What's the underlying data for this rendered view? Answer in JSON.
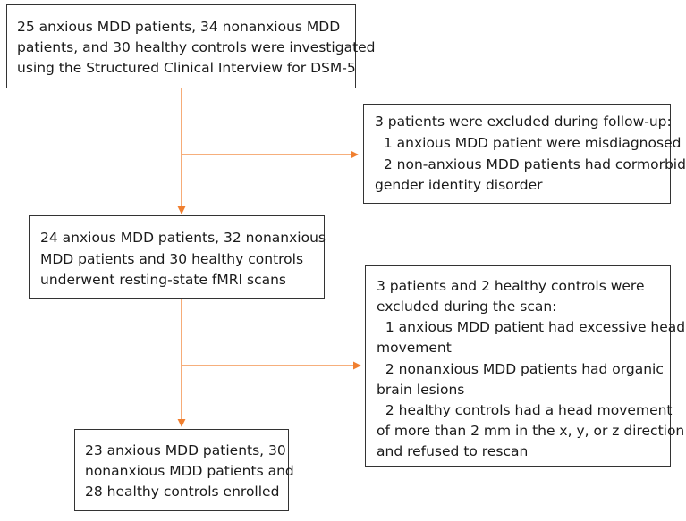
{
  "accent_color": "#f07f2f",
  "boxes": {
    "investigated": {
      "lines": [
        "25 anxious MDD patients, 34 nonanxious MDD",
        "patients, and 30 healthy controls were investigated",
        "using the Structured Clinical Interview for DSM-5"
      ]
    },
    "excluded_followup": {
      "lines": [
        "3 patients were excluded during follow-up:",
        "  1 anxious MDD patient were misdiagnosed",
        "  2 non-anxious MDD patients had cormorbid",
        "gender identity disorder"
      ]
    },
    "underwent_scan": {
      "lines": [
        "24 anxious MDD patients, 32 nonanxious",
        "MDD patients and 30 healthy controls",
        "underwent resting-state fMRI scans"
      ]
    },
    "excluded_scan": {
      "lines": [
        "3 patients and 2 healthy controls were",
        "excluded during the scan:",
        "  1 anxious MDD patient had excessive head",
        "movement",
        "  2 nonanxious MDD patients had organic",
        "brain lesions",
        "  2 healthy controls had a head movement",
        "of more than 2 mm in the x, y, or z direction",
        "and refused to rescan"
      ]
    },
    "enrolled": {
      "lines": [
        "23 anxious MDD patients, 30",
        "nonanxious MDD patients and",
        "28 healthy controls enrolled"
      ]
    }
  }
}
